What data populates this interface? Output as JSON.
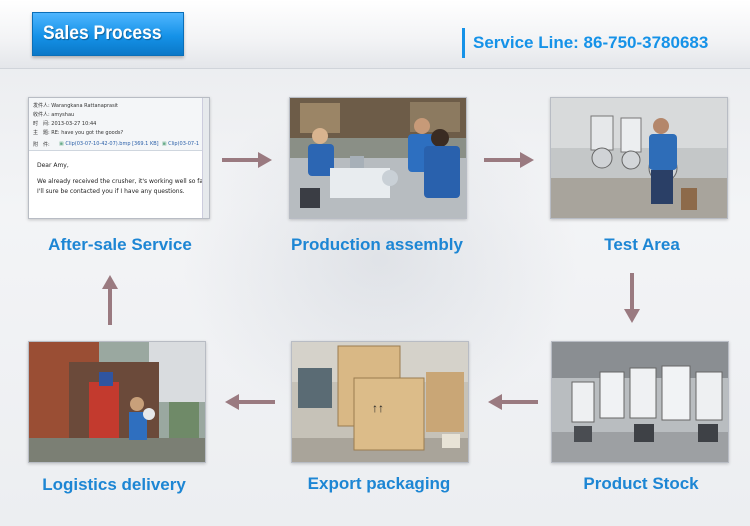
{
  "header": {
    "title": "Sales Process",
    "service_line": "Service Line: 86-750-3780683"
  },
  "email": {
    "from_label": "发件人:",
    "from_value": "Warangkana Rattanaprasit",
    "to_label": "收件人:",
    "to_value": "amyshau",
    "time_label": "时　间:",
    "time_value": "2013-03-27 10:44",
    "subject_label": "主　题:",
    "subject_value": "RE: have you got the goods?",
    "attach_label": "附　件:",
    "attach_1": "Clip(03-07-10-42-07).bmp [369.1 KB]",
    "attach_2": "Clip(03-07-1",
    "greeting": "Dear Amy,",
    "body_line_1": "We already received the crusher, it's working well so far.",
    "body_line_2": "I'll sure be contacted you if I have any questions."
  },
  "steps": [
    {
      "label": "After-sale Service"
    },
    {
      "label": "Production assembly"
    },
    {
      "label": "Test Area"
    },
    {
      "label": "Product Stock"
    },
    {
      "label": "Export packaging"
    },
    {
      "label": "Logistics delivery"
    }
  ],
  "colors": {
    "accent": "#1592e8",
    "caption": "#1d86d4",
    "arrow": "#9a7a80"
  }
}
